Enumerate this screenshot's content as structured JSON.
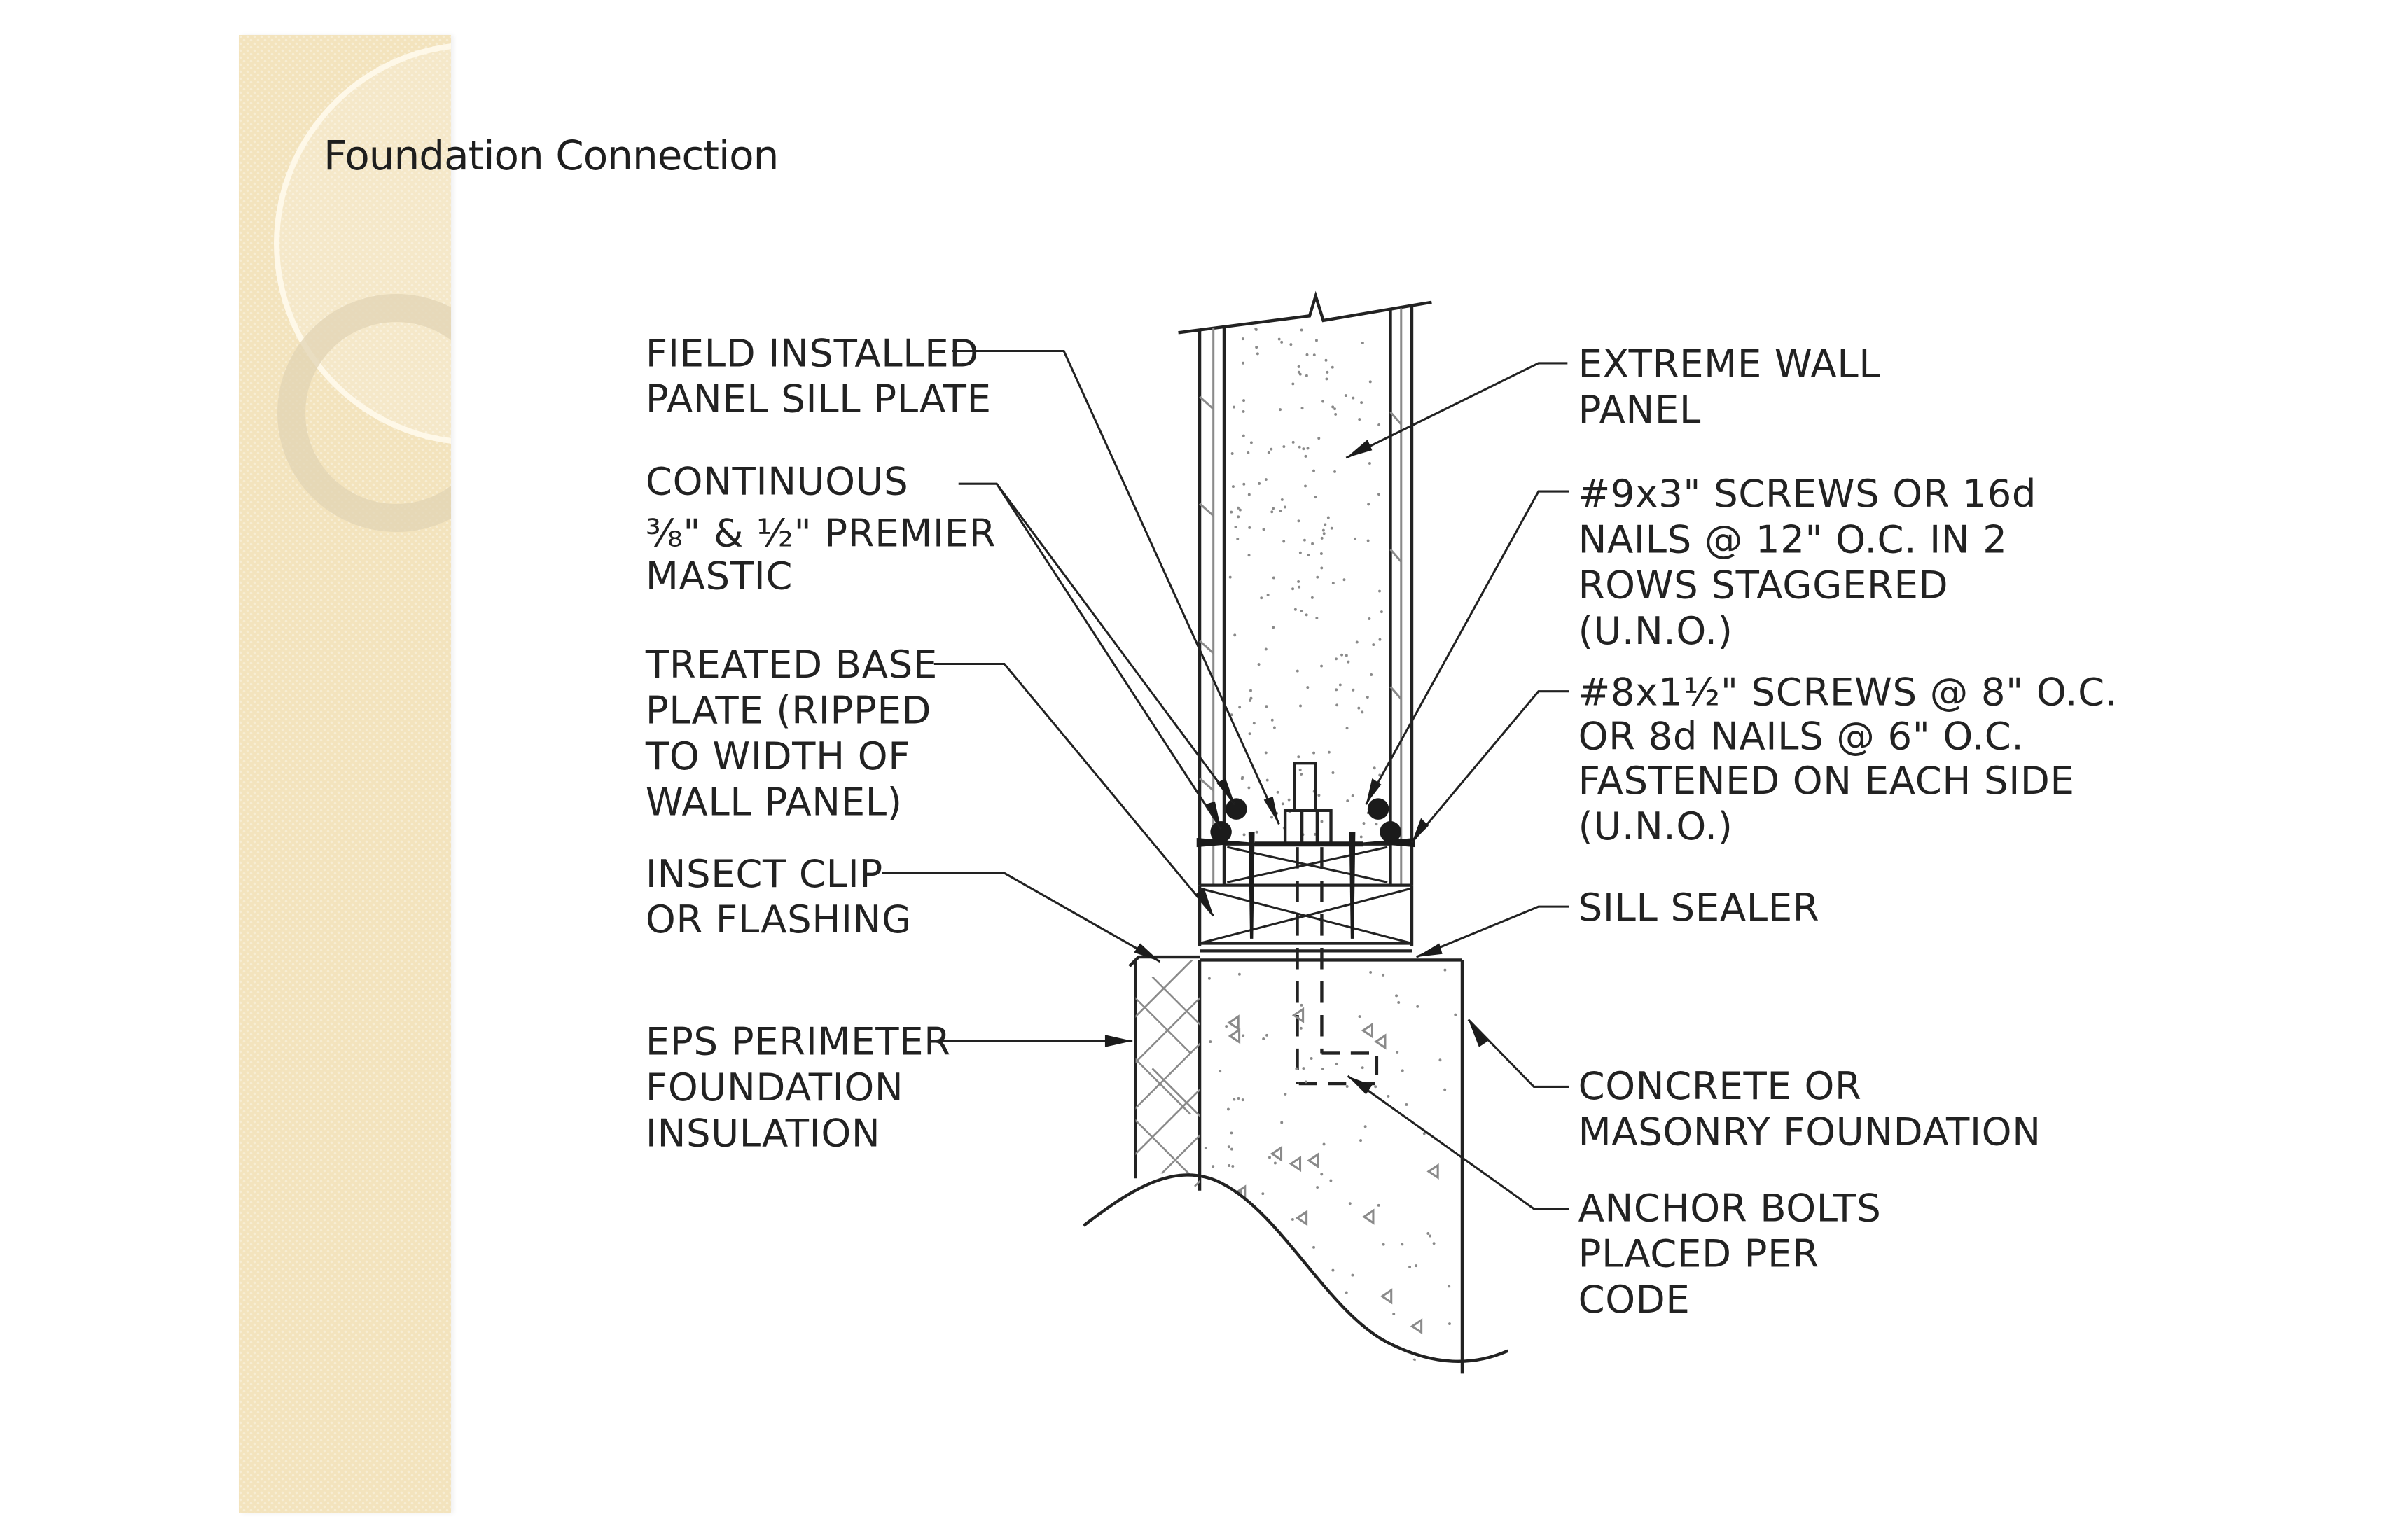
{
  "slide": {
    "title": "Foundation Connection",
    "sidebar_color": "#f3e3bd"
  },
  "labels_left": [
    {
      "id": "field-installed",
      "lines": [
        "FIELD INSTALLED",
        "PANEL SILL PLATE"
      ]
    },
    {
      "id": "mastic",
      "lines": [
        "CONTINUOUS",
        "⅜\" & ½\" PREMIER",
        "MASTIC"
      ]
    },
    {
      "id": "treated-base",
      "lines": [
        "TREATED BASE",
        "PLATE (RIPPED",
        "TO WIDTH OF",
        "WALL PANEL)"
      ]
    },
    {
      "id": "insect-clip",
      "lines": [
        "INSECT CLIP",
        "OR FLASHING"
      ]
    },
    {
      "id": "eps",
      "lines": [
        "EPS PERIMETER",
        "FOUNDATION",
        "INSULATION"
      ]
    }
  ],
  "labels_right": [
    {
      "id": "extreme-wall",
      "lines": [
        "EXTREME WALL",
        "PANEL"
      ]
    },
    {
      "id": "screws-9x3",
      "lines": [
        "#9x3\" SCREWS OR 16d",
        "NAILS @ 12\" O.C. IN 2",
        "ROWS STAGGERED",
        "(U.N.O.)"
      ]
    },
    {
      "id": "screws-8x",
      "lines": [
        "#8x1½\" SCREWS @ 8\" O.C.",
        "OR 8d NAILS @ 6\" O.C.",
        "FASTENED ON EACH SIDE",
        "(U.N.O.)"
      ]
    },
    {
      "id": "sill-sealer",
      "lines": [
        "SILL SEALER"
      ]
    },
    {
      "id": "concrete",
      "lines": [
        "CONCRETE OR",
        "MASONRY FOUNDATION"
      ]
    },
    {
      "id": "anchor",
      "lines": [
        "ANCHOR BOLTS",
        "PLACED PER",
        "CODE"
      ]
    }
  ]
}
